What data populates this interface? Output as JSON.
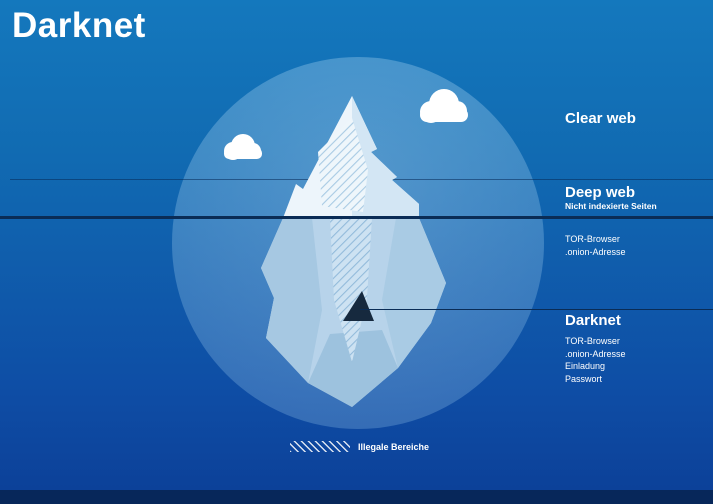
{
  "title": "Darknet",
  "sections": {
    "clear_web": {
      "label": "Clear web"
    },
    "deep_web": {
      "label": "Deep web",
      "subtitle": "Nicht indexierte Seiten"
    },
    "deep_web_notes": {
      "line1": "TOR-Browser",
      "line2": ".onion-Adresse"
    },
    "darknet": {
      "label": "Darknet",
      "line1": "TOR-Browser",
      "line2": ".onion-Adresse",
      "line3": "Einladung",
      "line4": "Passwort"
    }
  },
  "legend": {
    "label": "Illegale Bereiche"
  },
  "colors": {
    "background_top": "#1478bd",
    "background_bottom": "#0c3f97",
    "footer_bar": "#07275a",
    "waterline": "#0a2c56",
    "circle_overlay": "rgba(170,215,245,0.30)",
    "iceberg_above_water": "#edf5fb",
    "iceberg_below_water": "#b7d3ea",
    "darknet_marker": "#16293e",
    "text": "#ffffff"
  }
}
